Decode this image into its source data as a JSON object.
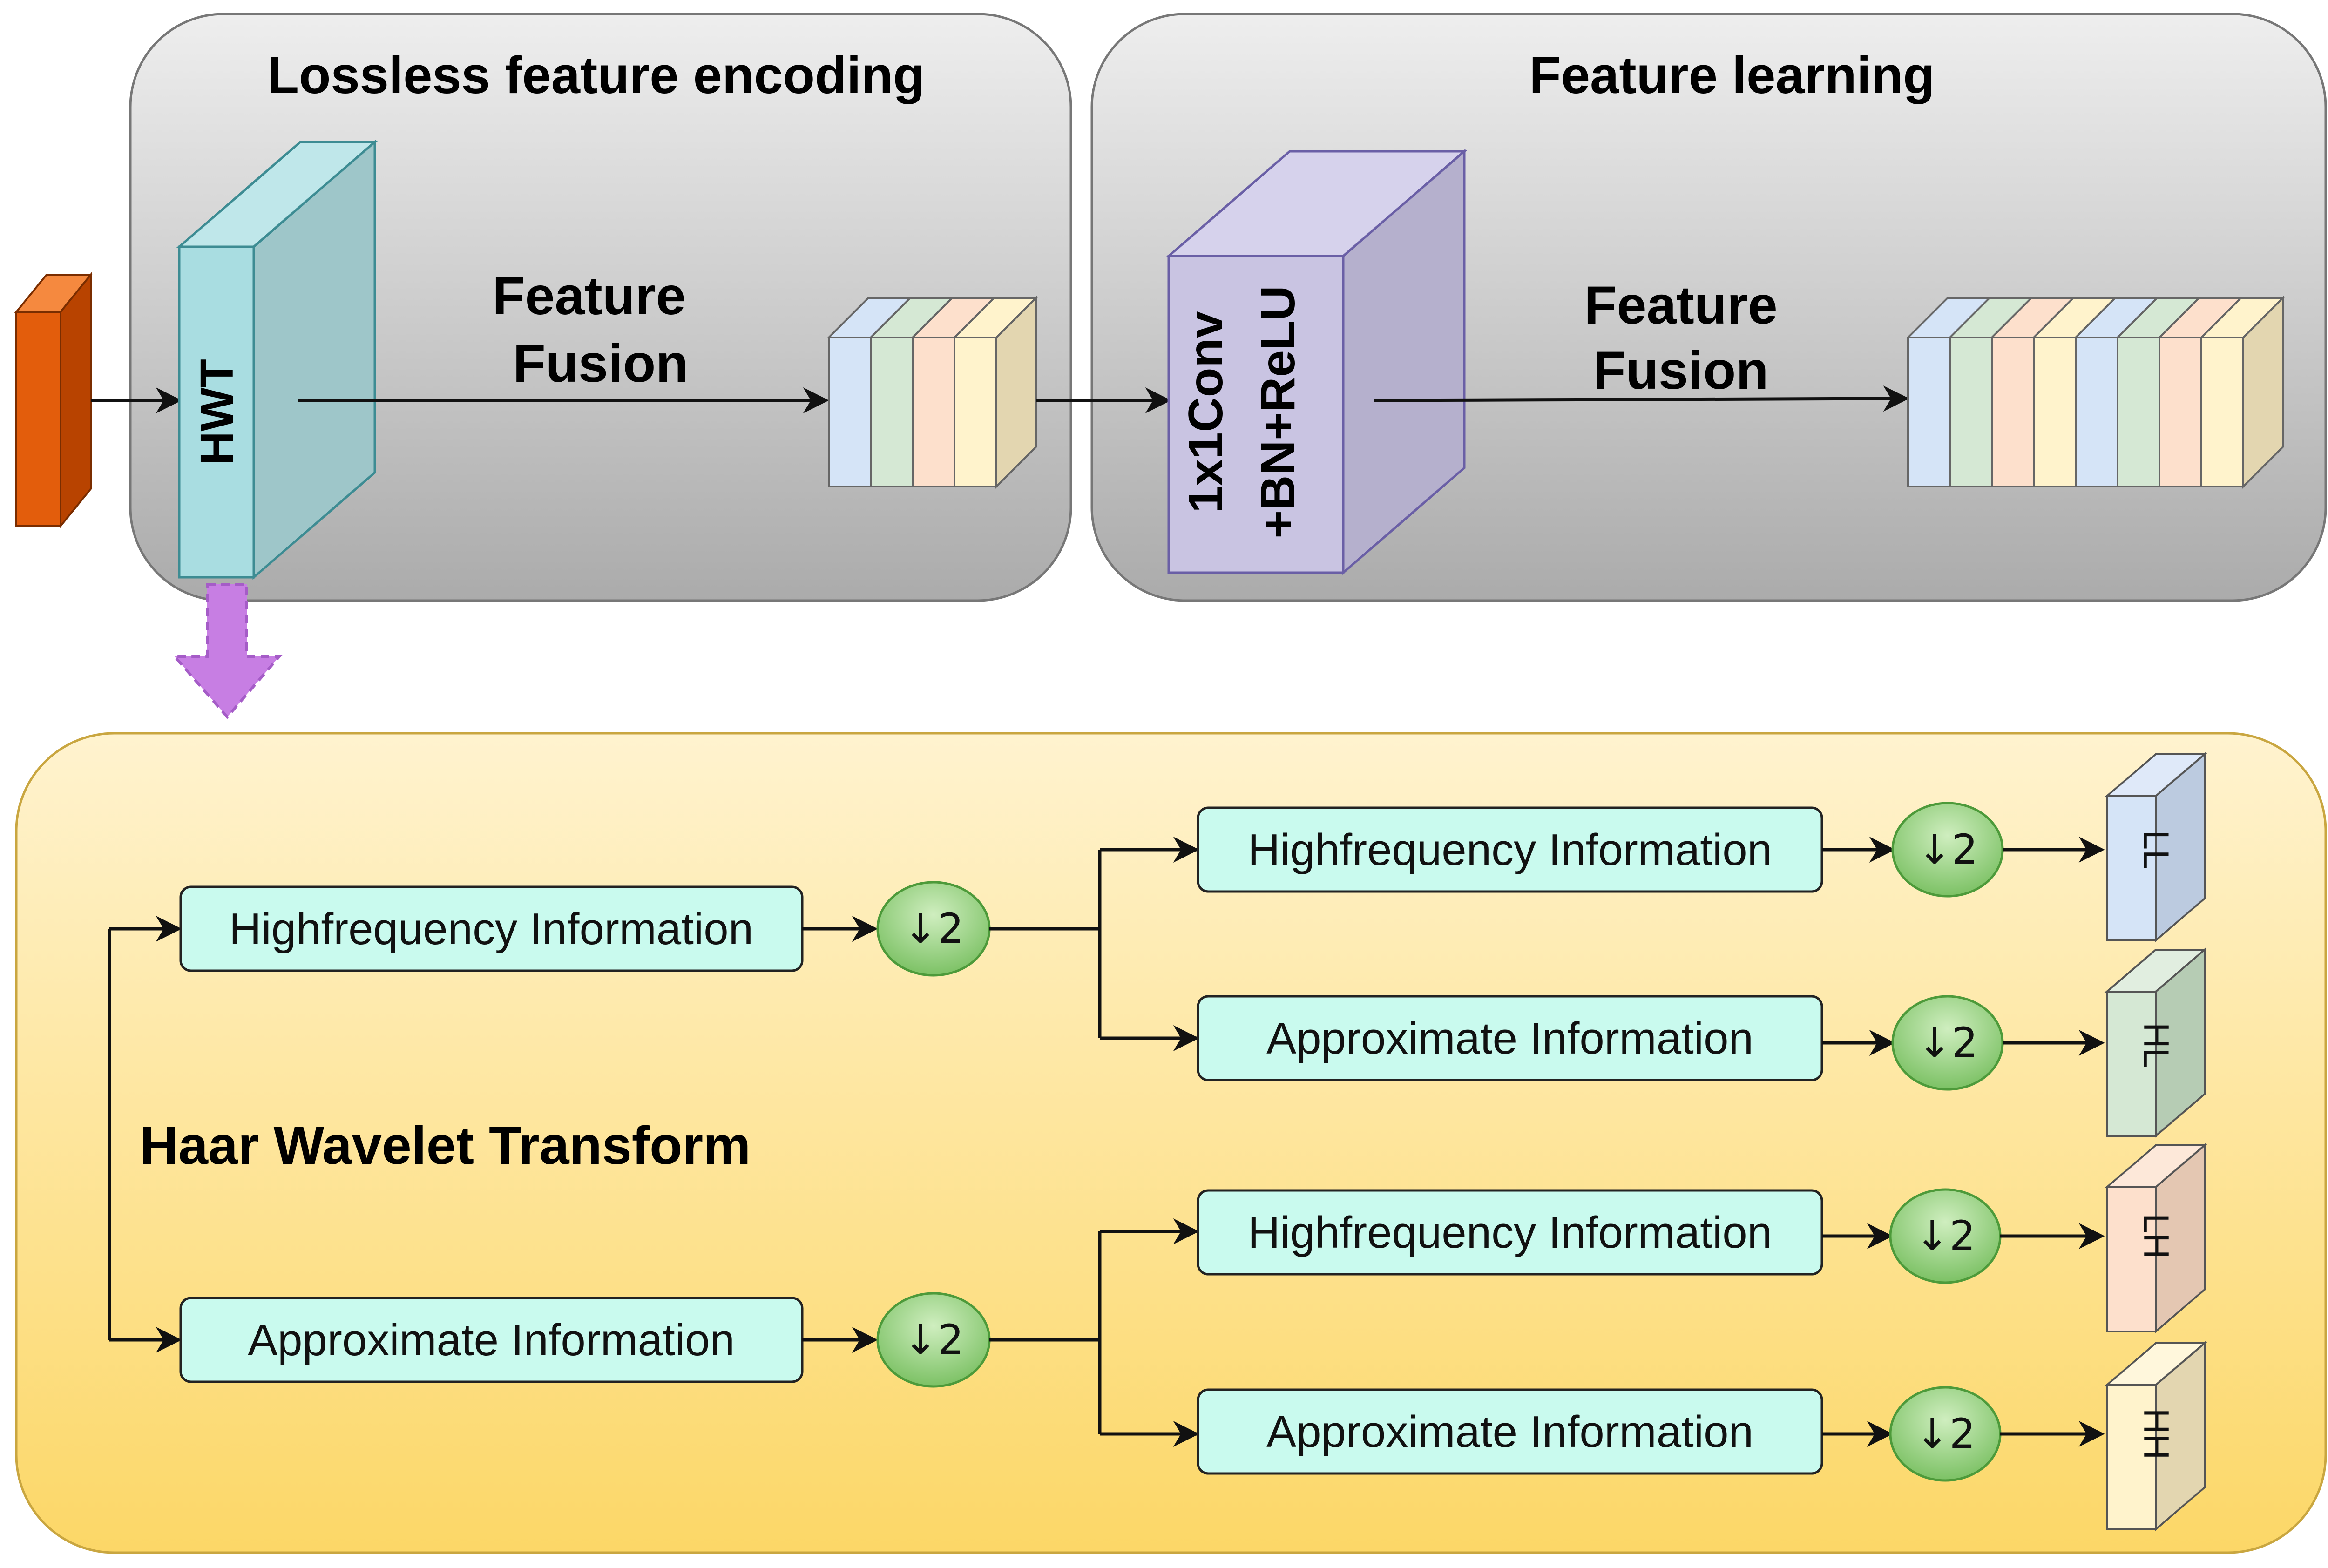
{
  "top": {
    "encoding": {
      "title": "Lossless feature encoding",
      "block": "HWT",
      "fusion": [
        "Feature",
        "Fusion"
      ]
    },
    "learning": {
      "title": "Feature learning",
      "block": [
        "1x1Conv",
        "+BN+ReLU"
      ],
      "fusion": [
        "Feature",
        "Fusion"
      ]
    }
  },
  "haar": {
    "title": "Haar Wavelet Transform",
    "downsample": "↓2",
    "level1": {
      "high": "Highfrequency Information",
      "approx": "Approximate Information"
    },
    "level2": [
      {
        "text": "Highfrequency Information",
        "output": "LL"
      },
      {
        "text": "Approximate Information",
        "output": "HL"
      },
      {
        "text": "Highfrequency Information",
        "output": "LH"
      },
      {
        "text": "Approximate Information",
        "output": "HH"
      }
    ]
  },
  "colors": {
    "input": "#e35d0c",
    "hwt": "#a9dde1",
    "conv": "#c9c4e2",
    "panel": "#d9d9d9",
    "haar_panel": "#fde6a8",
    "info_box": "#c9faee",
    "downsample": "#8ecf7d",
    "feature_slices": [
      "#d5e4f7",
      "#d5e8d4",
      "#fde0cc",
      "#fff3cc"
    ]
  }
}
